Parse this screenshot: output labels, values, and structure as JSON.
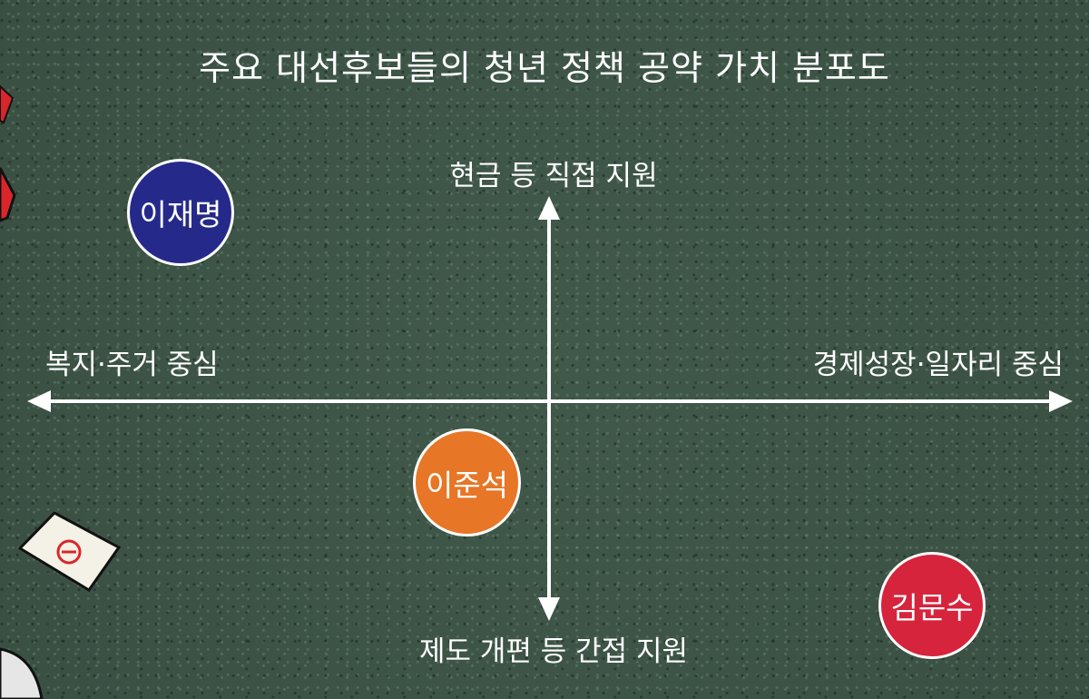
{
  "title": "주요 대선후보들의 청년 정책 공약 가치 분포도",
  "axes": {
    "top": "현금 등 직접 지원",
    "bottom": "제도 개편 등 간접 지원",
    "left": "복지·주거 중심",
    "right": "경제성장·일자리 중심"
  },
  "candidates": [
    {
      "name": "이재명",
      "color": "#252a8a"
    },
    {
      "name": "이준석",
      "color": "#e77626"
    },
    {
      "name": "김문수",
      "color": "#d6243c"
    }
  ],
  "colors": {
    "background": "#3d5547",
    "axis": "#ffffff",
    "text": "#ffffff"
  }
}
